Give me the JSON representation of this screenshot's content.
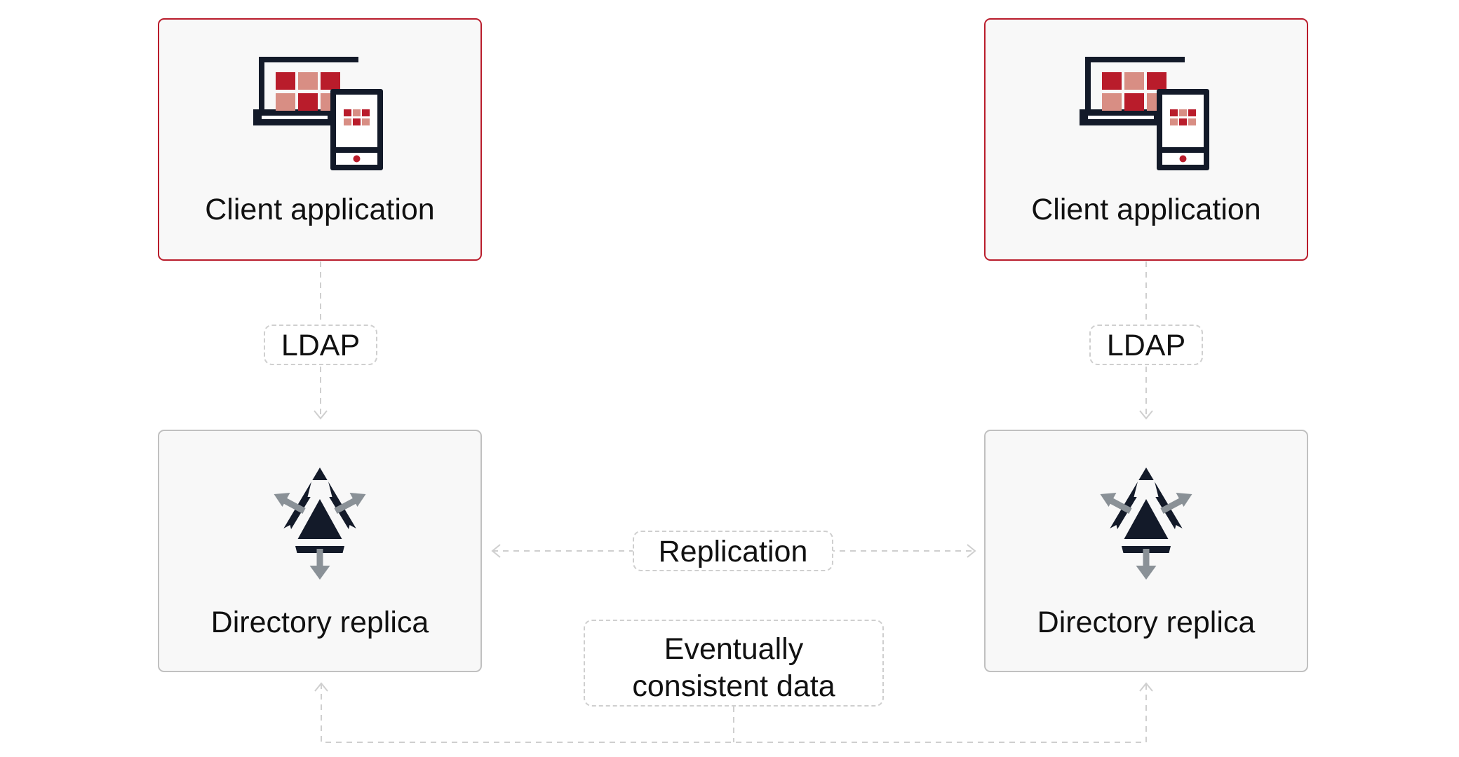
{
  "nodes": {
    "client_left": {
      "label": "Client application"
    },
    "client_right": {
      "label": "Client application"
    },
    "replica_left": {
      "label": "Directory replica"
    },
    "replica_right": {
      "label": "Directory replica"
    }
  },
  "edges": {
    "ldap_left": "LDAP",
    "ldap_right": "LDAP",
    "replication": "Replication",
    "eventual": {
      "line1": "Eventually",
      "line2": "consistent data"
    }
  },
  "icons": {
    "client": "laptop-and-phone-icon",
    "replica": "directory-replica-icon"
  },
  "colors": {
    "accent": "#b91c2b",
    "accent_light": "#d88e84",
    "icon_dark": "#131a29",
    "icon_gray": "#8a9197",
    "client_border": "#b91c2b",
    "replica_border": "#c0c0c0",
    "connector": "#cfcfcf"
  }
}
